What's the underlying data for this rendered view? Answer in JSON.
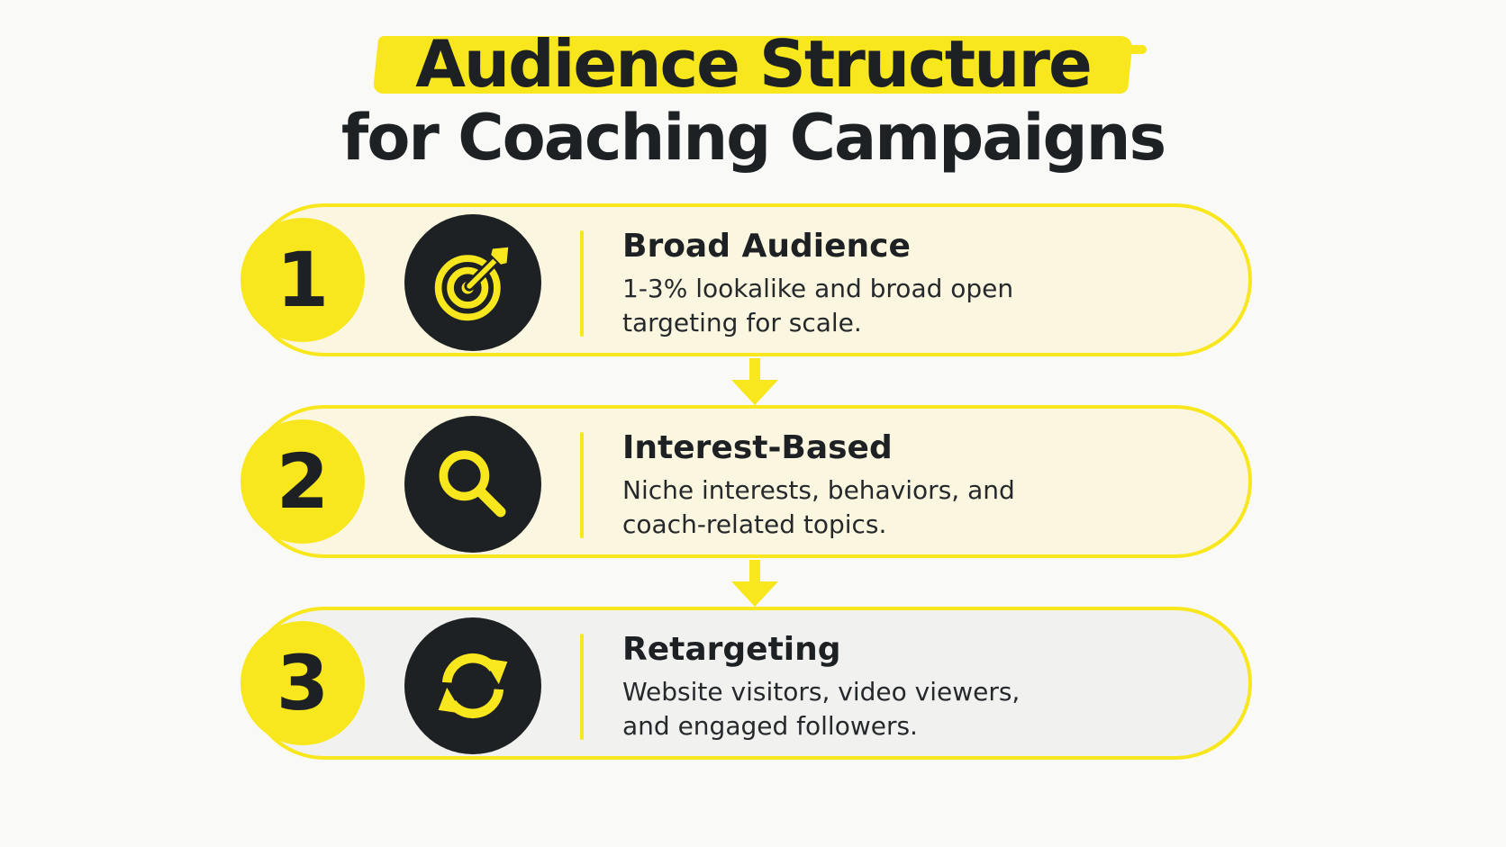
{
  "title": {
    "line1": "Audience Structure",
    "line2": "for Coaching Campaigns"
  },
  "colors": {
    "accent": "#f8e71c",
    "dark": "#1e2124",
    "card_background": "#fbf6df",
    "card_background_last": "#f1f1ef",
    "page_background": "#f9f9f8"
  },
  "steps": [
    {
      "number": "1",
      "icon": "target-icon",
      "title": "Broad Audience",
      "description_line1": "1-3% lookalike and broad open",
      "description_line2": "targeting for scale."
    },
    {
      "number": "2",
      "icon": "magnifier-icon",
      "title": "Interest-Based",
      "description_line1": "Niche interests, behaviors, and",
      "description_line2": "coach-related topics."
    },
    {
      "number": "3",
      "icon": "refresh-icon",
      "title": "Retargeting",
      "description_line1": "Website visitors, video viewers,",
      "description_line2": "and engaged followers."
    }
  ]
}
